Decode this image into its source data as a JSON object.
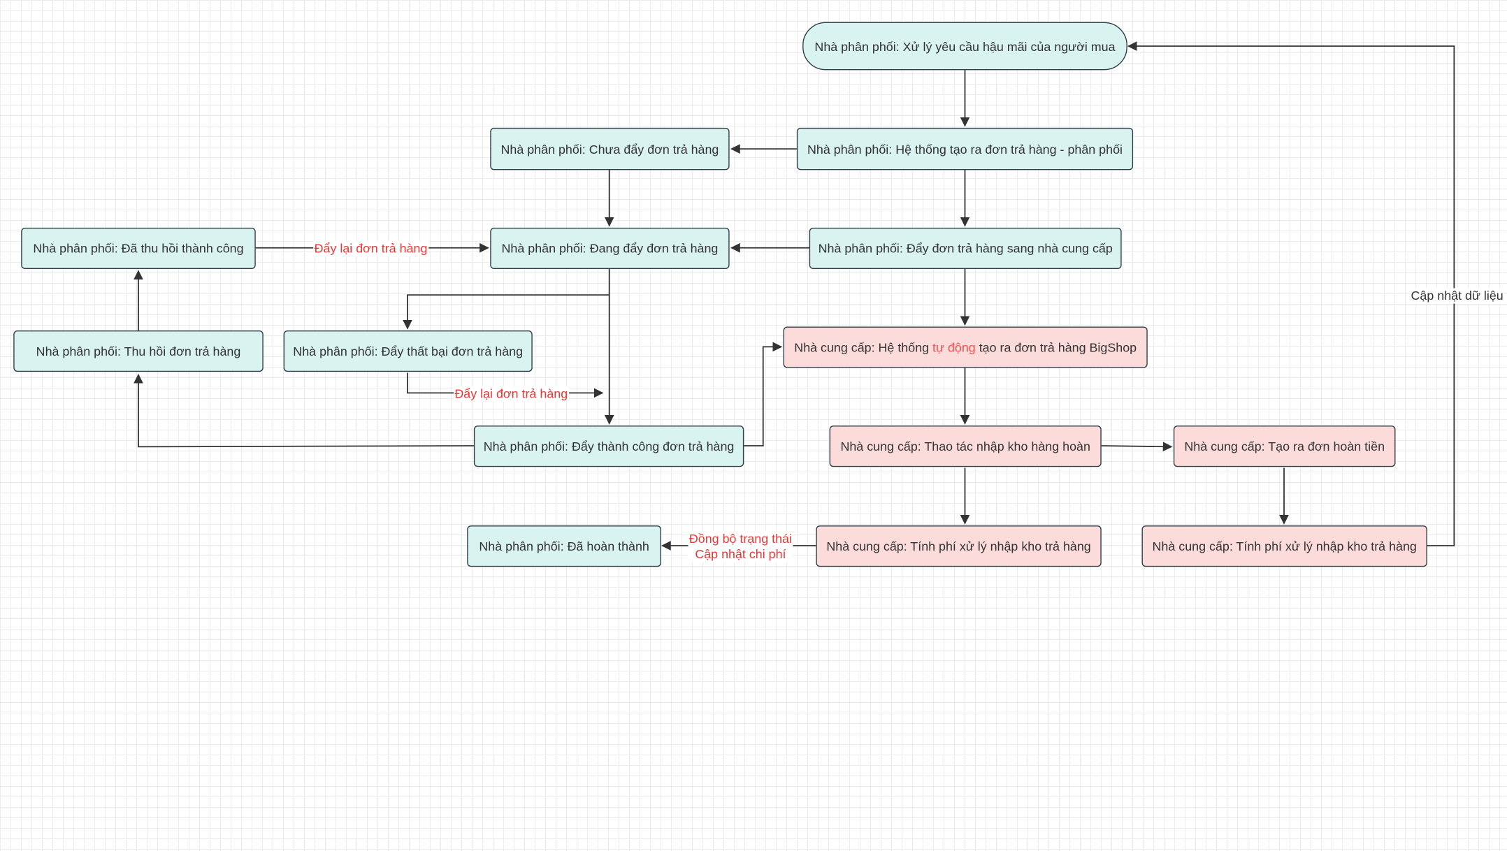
{
  "nodes": {
    "n1": "Nhà phân phối: Xử lý yêu cầu hậu mãi của người mua",
    "n2": "Nhà phân phối: Hệ thống tạo ra đơn trả hàng - phân phối",
    "n3": "Nhà phân phối: Chưa đẩy đơn trả hàng",
    "n4": "Nhà phân phối: Đẩy đơn trả hàng sang nhà cung cấp",
    "n5": "Nhà phân phối: Đang đẩy đơn trả hàng",
    "n6": "Nhà phân phối: Đã thu hồi thành công",
    "n7": "Nhà phân phối: Thu hồi đơn trả hàng",
    "n8": "Nhà phân phối: Đẩy thất bại đơn trả hàng",
    "n9": "Nhà phân phối: Đẩy thành công đơn trả hàng",
    "n10": {
      "prefix": "Nhà cung cấp: Hệ thống ",
      "highlight": "tự động",
      "suffix": " tạo ra đơn trả hàng BigShop"
    },
    "n11": "Nhà cung cấp: Thao tác nhập kho hàng hoàn",
    "n12": "Nhà cung cấp: Tạo ra đơn hoàn tiền",
    "n13": "Nhà cung cấp: Tính phí xử lý nhập kho trả hàng",
    "n14": "Nhà cung cấp: Tính phí xử lý nhập kho trả hàng",
    "n15": "Nhà phân phối: Đã hoàn thành"
  },
  "edge_labels": {
    "retry_push_1": "Đẩy lại đơn trả hàng",
    "retry_push_2": "Đẩy lại đơn trả hàng",
    "sync_status": "Đồng bộ trạng thái",
    "update_cost": "Cập nhật chi phí",
    "update_data": "Cập nhật dữ liệu"
  },
  "colors": {
    "distributor_fill": "#d9f3f1",
    "supplier_fill": "#fbdcdb",
    "edge_label_red": "#e53935",
    "highlight_red": "#ef5350",
    "stroke": "#333333"
  }
}
